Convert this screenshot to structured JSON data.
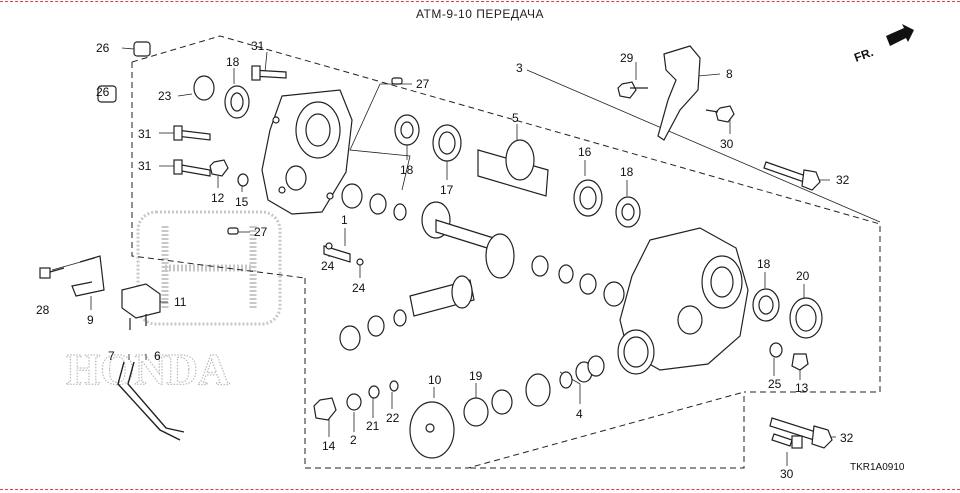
{
  "header": {
    "title": "ATM-9-10 ПЕРЕДАЧА"
  },
  "footer": {
    "code": "TKR1A0910"
  },
  "direction_label": "FR.",
  "watermark": {
    "text": "HONDA"
  },
  "callouts": [
    {
      "id": "c26a",
      "label": "26"
    },
    {
      "id": "c31a",
      "label": "31"
    },
    {
      "id": "c18a",
      "label": "18"
    },
    {
      "id": "c3",
      "label": "3"
    },
    {
      "id": "c29",
      "label": "29"
    },
    {
      "id": "c8",
      "label": "8"
    },
    {
      "id": "c23",
      "label": "23"
    },
    {
      "id": "c27a",
      "label": "27"
    },
    {
      "id": "c26b",
      "label": "26"
    },
    {
      "id": "c5",
      "label": "5"
    },
    {
      "id": "c30a",
      "label": "30"
    },
    {
      "id": "c31b",
      "label": "31"
    },
    {
      "id": "c16",
      "label": "16"
    },
    {
      "id": "c18b",
      "label": "18"
    },
    {
      "id": "c31c",
      "label": "31"
    },
    {
      "id": "c18c",
      "label": "18"
    },
    {
      "id": "c17",
      "label": "17"
    },
    {
      "id": "c32a",
      "label": "32"
    },
    {
      "id": "c12",
      "label": "12"
    },
    {
      "id": "c15",
      "label": "15"
    },
    {
      "id": "c1",
      "label": "1"
    },
    {
      "id": "c27b",
      "label": "27"
    },
    {
      "id": "c24a",
      "label": "24"
    },
    {
      "id": "c24b",
      "label": "24"
    },
    {
      "id": "c28",
      "label": "28"
    },
    {
      "id": "c18d",
      "label": "18"
    },
    {
      "id": "c20",
      "label": "20"
    },
    {
      "id": "c11",
      "label": "11"
    },
    {
      "id": "c9",
      "label": "9"
    },
    {
      "id": "c7",
      "label": "7"
    },
    {
      "id": "c6",
      "label": "6"
    },
    {
      "id": "c25",
      "label": "25"
    },
    {
      "id": "c13",
      "label": "13"
    },
    {
      "id": "c10",
      "label": "10"
    },
    {
      "id": "c19",
      "label": "19"
    },
    {
      "id": "c4",
      "label": "4"
    },
    {
      "id": "c22",
      "label": "22"
    },
    {
      "id": "c14",
      "label": "14"
    },
    {
      "id": "c2",
      "label": "2"
    },
    {
      "id": "c21",
      "label": "21"
    },
    {
      "id": "c32b",
      "label": "32"
    },
    {
      "id": "c30b",
      "label": "30"
    }
  ]
}
